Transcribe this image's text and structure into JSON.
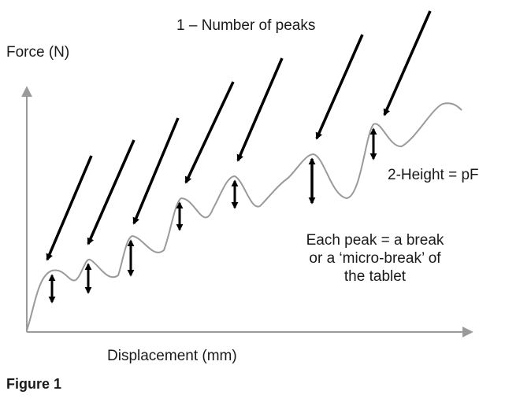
{
  "diagram": {
    "y_axis_label": "Force (N)",
    "x_axis_label": "Displacement (mm)",
    "peaks_annotation": "1 – Number of peaks",
    "height_annotation": "2-Height = pF",
    "note_lines": [
      "Each peak = a break",
      "or a ‘micro-break’ of",
      "the tablet"
    ],
    "figure_caption": "Figure 1",
    "colors": {
      "curve": "#9a9a9a",
      "axis": "#9a9a9a",
      "arrow": "#000000",
      "text": "#1a1a1a"
    }
  }
}
